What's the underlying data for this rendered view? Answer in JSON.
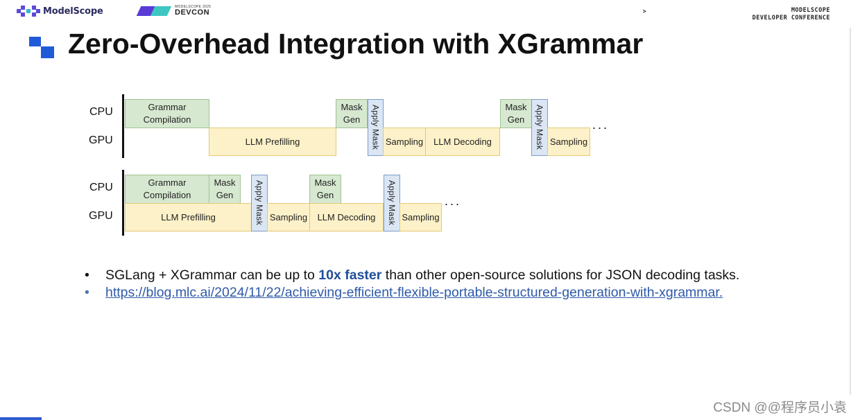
{
  "header": {
    "logo_text": "ModelScope",
    "devcon_small": "MODELSCOPE 2025",
    "devcon_big": "DEVCON",
    "conference_arrow": ">",
    "conference_line1": "MODELSCOPE",
    "conference_line2": "DEVELOPER CONFERENCE"
  },
  "title": "Zero-Overhead Integration with XGrammar",
  "diagram": {
    "top": {
      "cpu_label": "CPU",
      "gpu_label": "GPU",
      "grammar_compilation": "Grammar\nCompilation",
      "llm_prefilling": "LLM Prefilling",
      "mask_gen_1": "Mask\nGen",
      "apply_mask_1": "Apply Mask",
      "sampling_1": "Sampling",
      "llm_decoding": "LLM Decoding",
      "mask_gen_2": "Mask\nGen",
      "apply_mask_2": "Apply Mask",
      "sampling_2": "Sampling",
      "ellipsis": "..."
    },
    "bottom": {
      "cpu_label": "CPU",
      "gpu_label": "GPU",
      "grammar_compilation": "Grammar\nCompilation",
      "mask_gen_1": "Mask\nGen",
      "llm_prefilling": "LLM Prefilling",
      "apply_mask_1": "Apply Mask",
      "sampling_1": "Sampling",
      "mask_gen_2": "Mask\nGen",
      "llm_decoding": "LLM Decoding",
      "apply_mask_2": "Apply Mask",
      "sampling_2": "Sampling",
      "ellipsis": "..."
    }
  },
  "bullets": {
    "b1_pre": "SGLang + XGrammar can be up to ",
    "b1_highlight": "10x faster",
    "b1_post": " than other open-source solutions for JSON decoding tasks.",
    "link_text": "https://blog.mlc.ai/2024/11/22/achieving-efficient-flexible-portable-structured-generation-with-xgrammar."
  },
  "watermark": "CSDN @@程序员小袁",
  "colors": {
    "green": "#d6e8d0",
    "yellow": "#fcf1c8",
    "blue": "#dbe6f4",
    "title_mark": "#1f5ad8",
    "highlight": "#1f4f9a"
  }
}
